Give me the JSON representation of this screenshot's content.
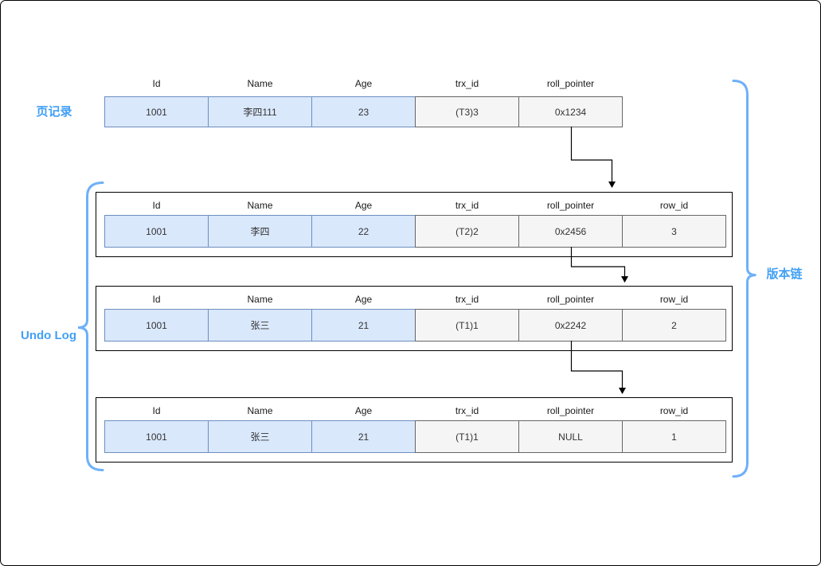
{
  "labels": {
    "page_record": "页记录",
    "undo_log": "Undo Log",
    "version_chain": "版本链"
  },
  "colors": {
    "accent_blue_text": "#42A0F5",
    "brace_blue": "#6FB0F8",
    "cell_blue_fill": "#dae8fc",
    "cell_blue_stroke": "#6c8ebf",
    "cell_gray_fill": "#f5f5f5",
    "cell_gray_stroke": "#666666",
    "arrow_color": "#000000"
  },
  "page_table": {
    "columns": [
      "Id",
      "Name",
      "Age",
      "trx_id",
      "roll_pointer"
    ],
    "row": [
      "1001",
      "李四111",
      "23",
      "(T3)3",
      "0x1234"
    ]
  },
  "undo_log_tables": [
    {
      "columns": [
        "Id",
        "Name",
        "Age",
        "trx_id",
        "roll_pointer",
        "row_id"
      ],
      "row": [
        "1001",
        "李四",
        "22",
        "(T2)2",
        "0x2456",
        "3"
      ]
    },
    {
      "columns": [
        "Id",
        "Name",
        "Age",
        "trx_id",
        "roll_pointer",
        "row_id"
      ],
      "row": [
        "1001",
        "张三",
        "21",
        "(T1)1",
        "0x2242",
        "2"
      ]
    },
    {
      "columns": [
        "Id",
        "Name",
        "Age",
        "trx_id",
        "roll_pointer",
        "row_id"
      ],
      "row": [
        "1001",
        "张三",
        "21",
        "(T1)1",
        "NULL",
        "1"
      ]
    }
  ]
}
